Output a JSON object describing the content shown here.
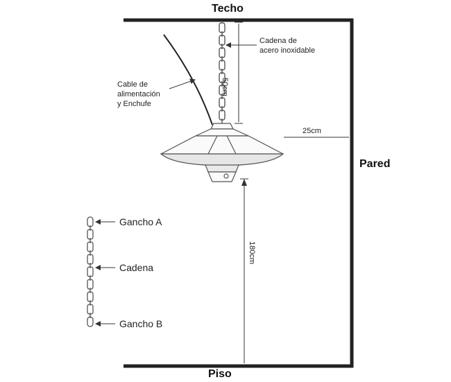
{
  "labels": {
    "ceiling": "Techo",
    "floor": "Piso",
    "wall": "Pared",
    "chain_line1": "Cadena de",
    "chain_line2": "acero inoxidable",
    "cable_line1": "Cable de",
    "cable_line2": "alimentación",
    "cable_line3": "y Enchufe",
    "dim_top": "50cm",
    "dim_side": "25cm",
    "dim_bottom": "180cm",
    "hook_a": "Gancho A",
    "chain": "Cadena",
    "hook_b": "Gancho B"
  }
}
